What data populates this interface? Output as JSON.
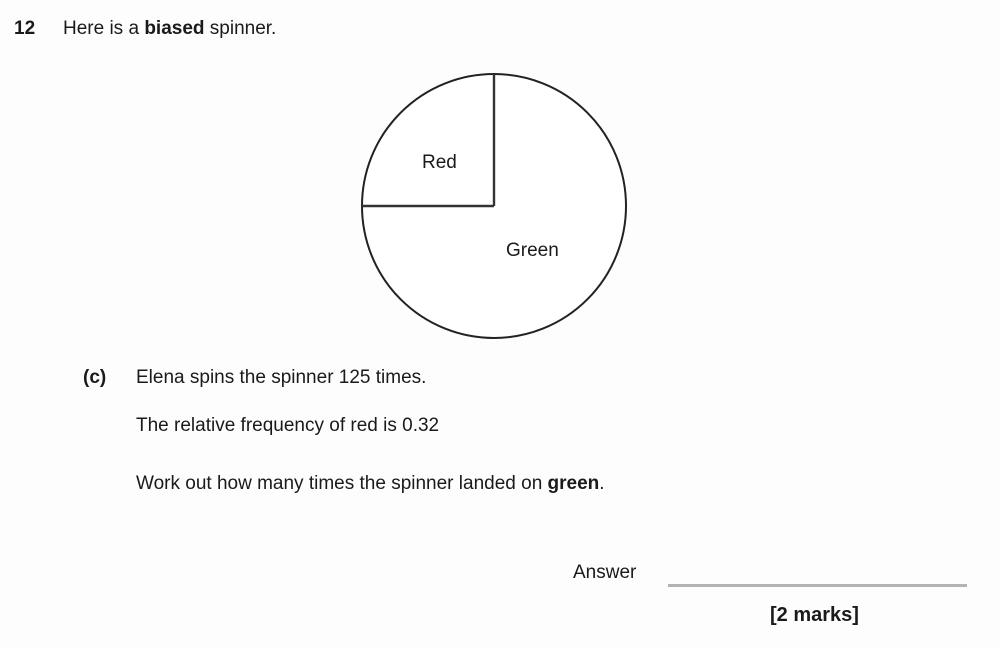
{
  "question": {
    "number": "12",
    "stem_prefix": "Here is a ",
    "stem_emphasis": "biased",
    "stem_suffix": " spinner."
  },
  "spinner": {
    "labels": {
      "red": "Red",
      "green": "Green"
    },
    "outline_color": "#222222",
    "fill_color": "#ffffff"
  },
  "part": {
    "letter": "(c)",
    "line1": "Elena spins the spinner 125 times.",
    "line2": "The relative frequency of red is 0.32",
    "line3_prefix": "Work out how many times the spinner landed on ",
    "line3_emphasis": "green",
    "line3_suffix": "."
  },
  "answer": {
    "label": "Answer",
    "value": "",
    "rule_color": "#b3b3b3"
  },
  "marks": {
    "text": "[2 marks]"
  },
  "chart_data": {
    "type": "pie",
    "title": "Biased spinner",
    "categories": [
      "Red",
      "Green"
    ],
    "values": [
      25,
      75
    ],
    "units": "percent of circle",
    "labels": [
      "Red",
      "Green"
    ],
    "notes": "Circle divided by two radii: one pointing up (12 o'clock) and one pointing left (9 o'clock). The upper-left quarter sector is Red (90 degrees); the remaining three-quarters is Green (270 degrees).",
    "legend": "none",
    "grid": false
  }
}
